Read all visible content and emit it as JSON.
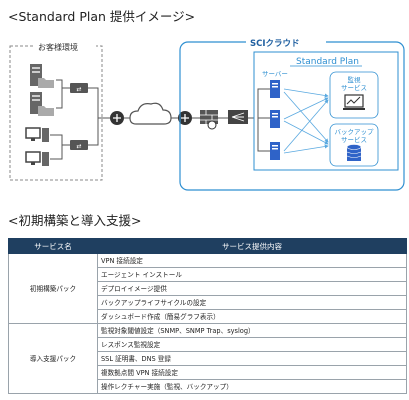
{
  "headings": {
    "diagram": "<Standard Plan 提供イメージ>",
    "support": "<初期構築と導入支援>"
  },
  "diagram": {
    "customer_env_label": "お客様環境",
    "cloud_label": "SCIクラウド",
    "plan_label": "Standard Plan",
    "server_label": "サーバー",
    "monitor_service_label_1": "監視",
    "monitor_service_label_2": "サービス",
    "backup_service_label_1": "バックアップ",
    "backup_service_label_2": "サービス",
    "colors": {
      "cloud_border": "#2e8fd1",
      "cloud_title": "#1f5fa0",
      "plan_text": "#2e8fd1",
      "server_blue": "#2f63c8",
      "line_gray": "#555555",
      "arrow_blue": "#5aa9e0"
    }
  },
  "table": {
    "headers": [
      "サービス名",
      "サービス提供内容"
    ],
    "groups": [
      {
        "name": "初期構築パック",
        "items": [
          "VPN 接続設定",
          "エージェント インストール",
          "デプロイイメージ提供",
          "バックアップライフサイクルの設定",
          "ダッシュボード作成（簡易グラフ表示）"
        ]
      },
      {
        "name": "導入支援パック",
        "items": [
          "監視対象閾値設定（SNMP、SNMP Trap、syslog）",
          "レスポンス監視設定",
          "SSL 証明書、DNS 登録",
          "複数拠点間 VPN 接続設定",
          "操作レクチャー実施（監視、バックアップ）"
        ]
      }
    ]
  }
}
